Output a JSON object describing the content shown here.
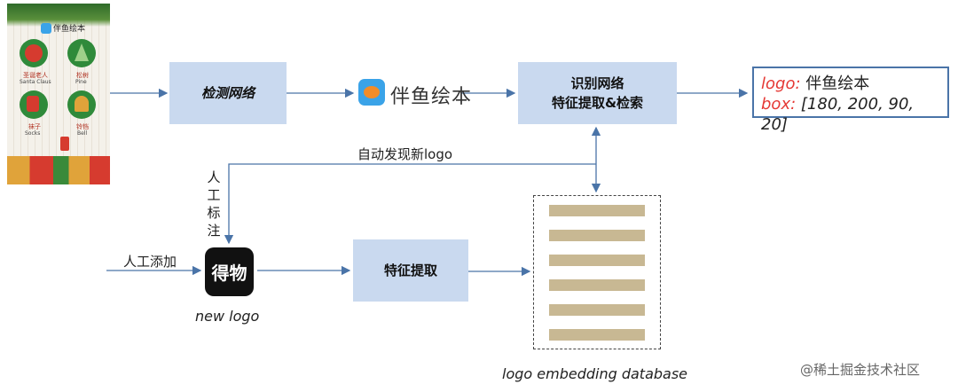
{
  "screenshot": {
    "app_title": "伴鱼绘本",
    "cards": [
      {
        "zh": "圣诞老人",
        "en": "Santa Claus"
      },
      {
        "zh": "松树",
        "en": "Pine"
      },
      {
        "zh": "袜子",
        "en": "Socks"
      },
      {
        "zh": "铃铛",
        "en": "Bell"
      }
    ]
  },
  "boxes": {
    "detection": "检测网络",
    "recognition_line1": "识别网络",
    "recognition_line2": "特征提取&检索",
    "feature": "特征提取"
  },
  "logos": {
    "detected_text": "伴鱼绘本",
    "new_logo_glyph": "得物"
  },
  "output": {
    "logo_key": "logo:",
    "logo_value": "伴鱼绘本",
    "box_key": "box:",
    "box_value": "[180, 200, 90, 20]"
  },
  "labels": {
    "auto_discover": "自动发现新logo",
    "manual_label_chars": [
      "人",
      "工",
      "标",
      "注"
    ],
    "manual_add": "人工添加",
    "new_logo": "new logo",
    "database": "logo embedding database"
  },
  "watermark": "@稀土掘金技术社区",
  "colors": {
    "box_fill": "#c9d9ef",
    "arrow": "#4a74a8",
    "output_border": "#4a74a8",
    "red_key": "#e53935",
    "db_bar": "#c8b893"
  }
}
